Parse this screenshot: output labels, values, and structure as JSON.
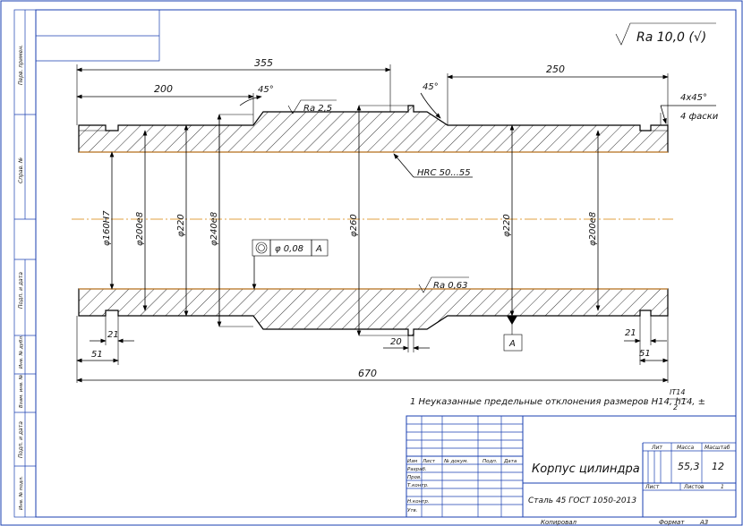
{
  "sidebar": {
    "labels": [
      "Перв. примен.",
      "Справ. №",
      "Подп. и дата",
      "Инв. № дубл.",
      "Взам. инв. №",
      "Подп. и дата",
      "Инв. № подл."
    ]
  },
  "roughness_general": "Ra 10,0 (√)",
  "dims": {
    "d355": "355",
    "d200": "200",
    "d250": "250",
    "d45a": "45°",
    "d45b": "45°",
    "chamfer1": "4х45°",
    "chamfer2": "4 фаски",
    "ra25": "Ra 2,5",
    "ra063": "Ra 0,63",
    "hrc": "HRC 50...55",
    "phi160": "φ160Н7",
    "phi200a": "φ200е8",
    "phi220a": "φ220",
    "phi240": "φ240е8",
    "phi260": "φ260",
    "phi220b": "φ220",
    "phi200b": "φ200е8",
    "tol_value": "φ 0,08",
    "tol_datum": "A",
    "datum_label": "A",
    "d21a": "21",
    "d51a": "51",
    "d20": "20",
    "d21b": "21",
    "d51b": "51",
    "d670": "670"
  },
  "note": {
    "text": "1 Неуказанные предельные отклонения размеров H14, h14, ±",
    "frac_num": "IT14",
    "frac_den": "2"
  },
  "title_block": {
    "headers": [
      "Изм",
      "Лист",
      "№ докум.",
      "Подп.",
      "Дата"
    ],
    "roles": [
      "Разраб.",
      "Пров.",
      "Т.контр.",
      "",
      "Н.контр.",
      "Утв."
    ],
    "part_name": "Корпус цилиндра",
    "material": "Сталь 45 ГОСТ 1050-2013",
    "lit_label": "Лит",
    "mass_label": "Масса",
    "scale_label": "Масштаб",
    "mass_value": "55,3",
    "scale_value": "12",
    "sheet_label": "Лист",
    "sheets_label": "Листов",
    "sheets_value": "1"
  },
  "footer": {
    "copied": "Копировал",
    "format": "Формат",
    "format_value": "А3"
  }
}
